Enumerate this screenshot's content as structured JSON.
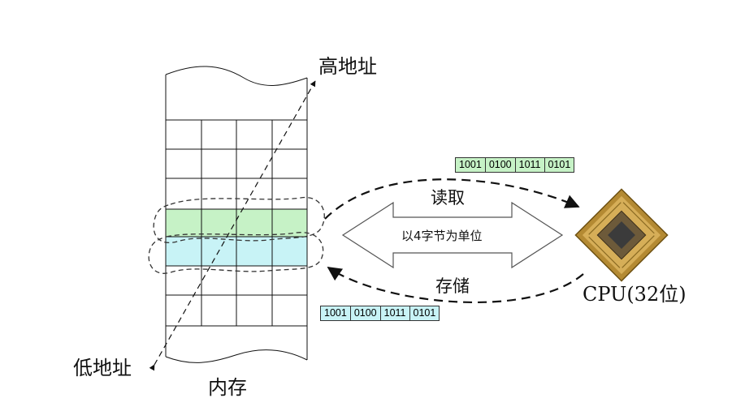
{
  "labels": {
    "high_address": "高地址",
    "low_address": "低地址",
    "memory": "内存",
    "read": "读取",
    "store": "存储",
    "unit": "以4字节为单位",
    "cpu": "CPU(32位)"
  },
  "read_bits": [
    "1001",
    "0100",
    "1011",
    "0101"
  ],
  "store_bits": [
    "1001",
    "0100",
    "1011",
    "0101"
  ],
  "colors": {
    "read_highlight": "#c6f2c6",
    "store_highlight": "#c8f3f6",
    "cpu_gold": "#c9a24a"
  }
}
